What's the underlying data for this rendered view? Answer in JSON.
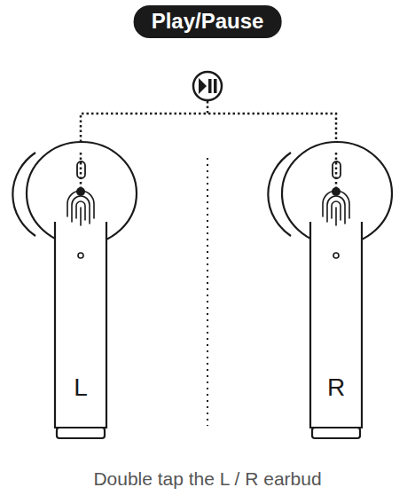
{
  "diagram": {
    "title": "Play/Pause",
    "nodes": [
      {
        "text": [
          "L"
        ]
      },
      {
        "text": [
          "R"
        ]
      }
    ],
    "edges": [
      {
        "from": 0,
        "to": 1,
        "arrow": "none"
      }
    ],
    "caption": "Double tap the L / R earbud"
  }
}
